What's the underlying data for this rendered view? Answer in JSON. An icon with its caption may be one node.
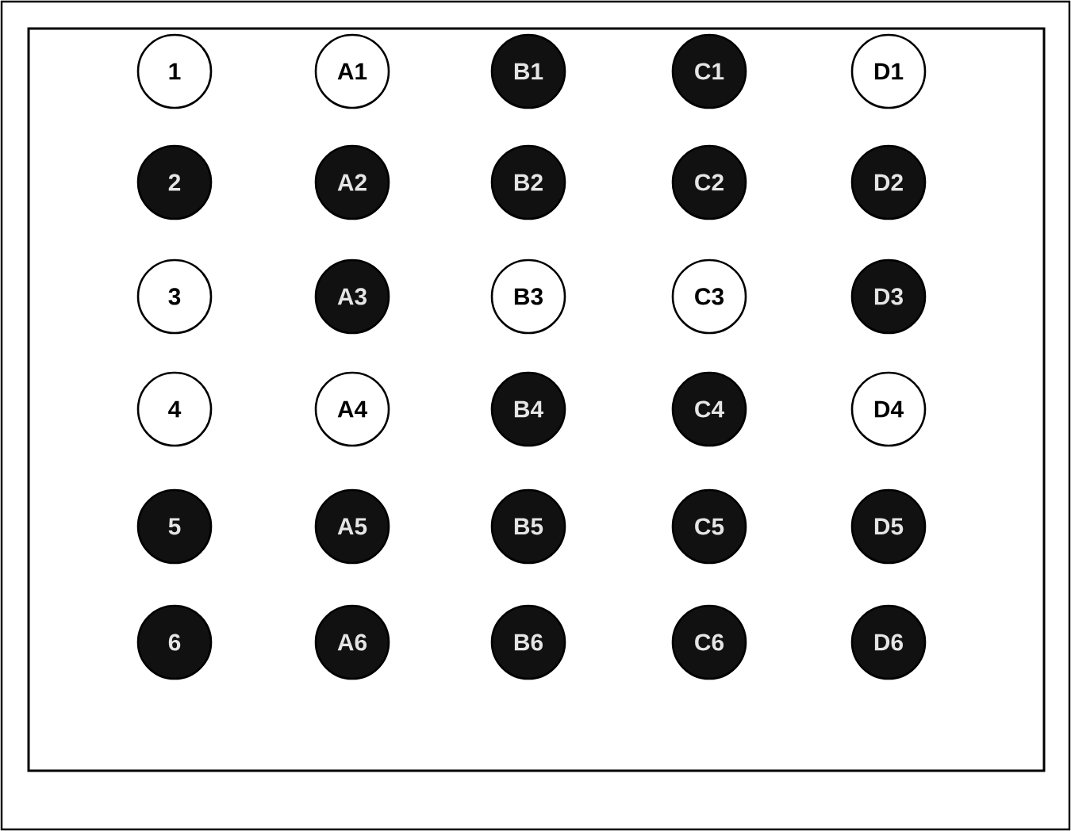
{
  "diagram": {
    "nodes": [
      {
        "text": [
          "1"
        ]
      },
      {
        "text": [
          "A1"
        ]
      },
      {
        "text": [
          "B1"
        ]
      },
      {
        "text": [
          "C1"
        ]
      },
      {
        "text": [
          "D1"
        ]
      },
      {
        "text": [
          "2"
        ]
      },
      {
        "text": [
          "A2"
        ]
      },
      {
        "text": [
          "B2"
        ]
      },
      {
        "text": [
          "C2"
        ]
      },
      {
        "text": [
          "D2"
        ]
      },
      {
        "text": [
          "3"
        ]
      },
      {
        "text": [
          "A3"
        ]
      },
      {
        "text": [
          "B3"
        ]
      },
      {
        "text": [
          "C3"
        ]
      },
      {
        "text": [
          "D3"
        ]
      },
      {
        "text": [
          "4"
        ]
      },
      {
        "text": [
          "A4"
        ]
      },
      {
        "text": [
          "B4"
        ]
      },
      {
        "text": [
          "C4"
        ]
      },
      {
        "text": [
          "D4"
        ]
      },
      {
        "text": [
          "5"
        ]
      },
      {
        "text": [
          "A5"
        ]
      },
      {
        "text": [
          "B5"
        ]
      },
      {
        "text": [
          "C5"
        ]
      },
      {
        "text": [
          "D5"
        ]
      },
      {
        "text": [
          "6"
        ]
      },
      {
        "text": [
          "A6"
        ]
      },
      {
        "text": [
          "B6"
        ]
      },
      {
        "text": [
          "C6"
        ]
      },
      {
        "text": [
          "D6"
        ]
      }
    ]
  }
}
